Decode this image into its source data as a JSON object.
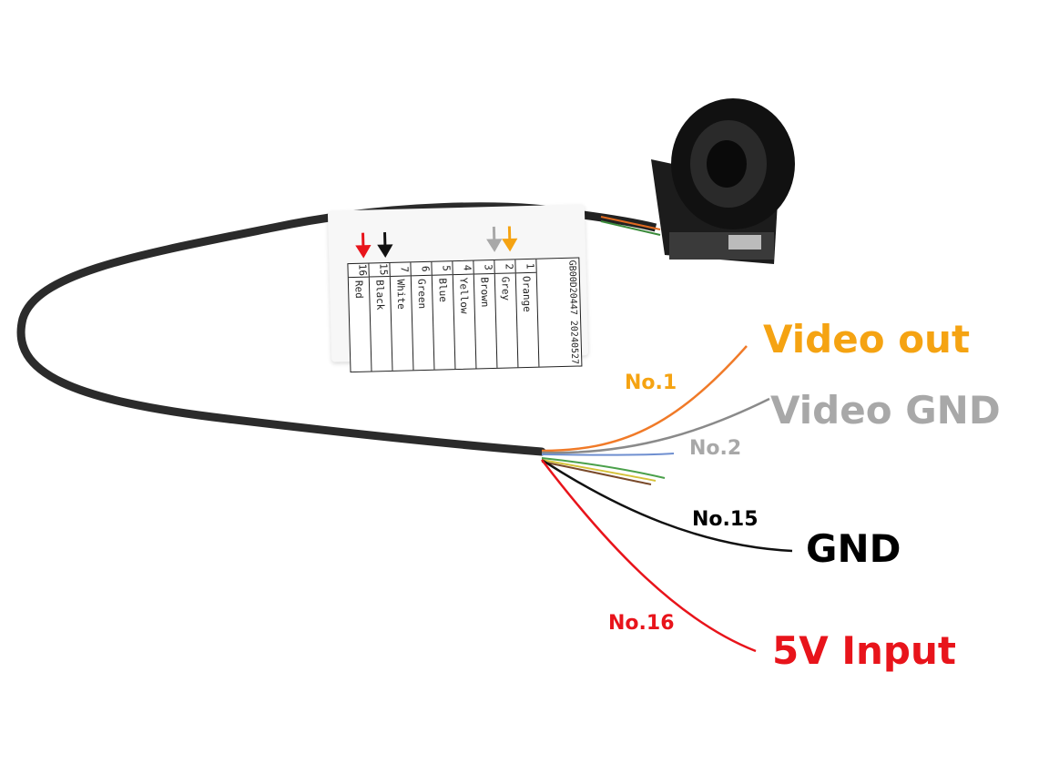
{
  "labels": {
    "video_out": {
      "text": "Video out",
      "wire": "No.1",
      "color": "#f5a312"
    },
    "video_gnd": {
      "text": "Video GND",
      "wire": "No.2",
      "color": "#a8a8a8"
    },
    "gnd": {
      "text": "GND",
      "wire": "No.15",
      "color": "#000000"
    },
    "power": {
      "text": "5V Input",
      "wire": "No.16",
      "color": "#e8141b"
    }
  },
  "card": {
    "code": "GB00D20447",
    "date": "20240527",
    "pins": [
      {
        "n": "1",
        "c": "Orange"
      },
      {
        "n": "2",
        "c": "Grey"
      },
      {
        "n": "3",
        "c": "Brown"
      },
      {
        "n": "4",
        "c": "Yellow"
      },
      {
        "n": "5",
        "c": "Blue"
      },
      {
        "n": "6",
        "c": "Green"
      },
      {
        "n": "7",
        "c": "White"
      },
      {
        "n": "15",
        "c": "Black"
      },
      {
        "n": "16",
        "c": "Red"
      }
    ]
  }
}
